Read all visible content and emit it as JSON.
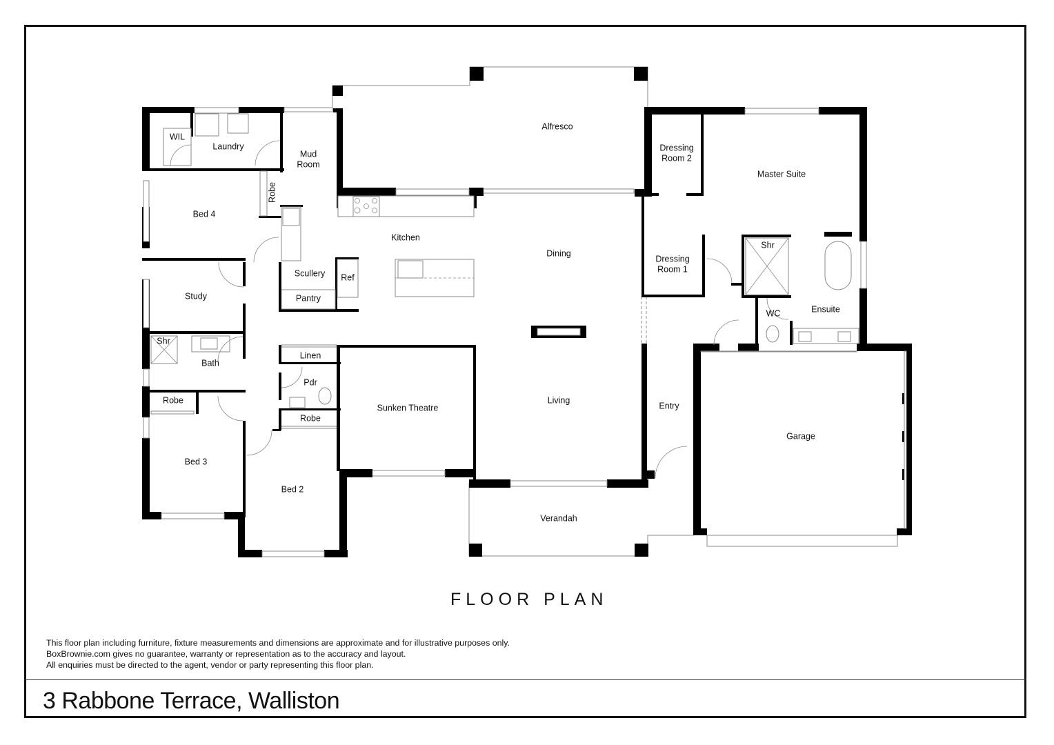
{
  "plan": {
    "title": "FLOOR PLAN",
    "address": "3 Rabbone Terrace, Walliston",
    "disclaimer": [
      "This floor plan including furniture, fixture measurements and dimensions are approximate and for illustrative purposes only.",
      "BoxBrownie.com gives no guarantee, warranty or representation as to the accuracy and layout.",
      "All enquiries must be directed to the agent, vendor or party representing this floor plan."
    ],
    "colors": {
      "wall": "#000000",
      "fixture": "#888888",
      "background": "#ffffff"
    }
  },
  "rooms": {
    "wil": "WIL",
    "laundry": "Laundry",
    "mud_room_1": "Mud",
    "mud_room_2": "Room",
    "alfresco": "Alfresco",
    "dressing2_1": "Dressing",
    "dressing2_2": "Room 2",
    "master_suite": "Master Suite",
    "bed4": "Bed 4",
    "robe_bed4": "Robe",
    "kitchen": "Kitchen",
    "dining": "Dining",
    "dressing1_1": "Dressing",
    "dressing1_2": "Room 1",
    "ens_shower": "Shr",
    "study": "Study",
    "scullery": "Scullery",
    "ref": "Ref",
    "pantry": "Pantry",
    "ensuite": "Ensuite",
    "wc": "WC",
    "bath_shower": "Shr",
    "bath": "Bath",
    "linen": "Linen",
    "pdr": "Pdr",
    "robe_bed3": "Robe",
    "robe_bed2": "Robe",
    "sunken_theatre": "Sunken Theatre",
    "living": "Living",
    "entry": "Entry",
    "garage": "Garage",
    "bed3": "Bed 3",
    "bed2": "Bed 2",
    "verandah": "Verandah"
  }
}
